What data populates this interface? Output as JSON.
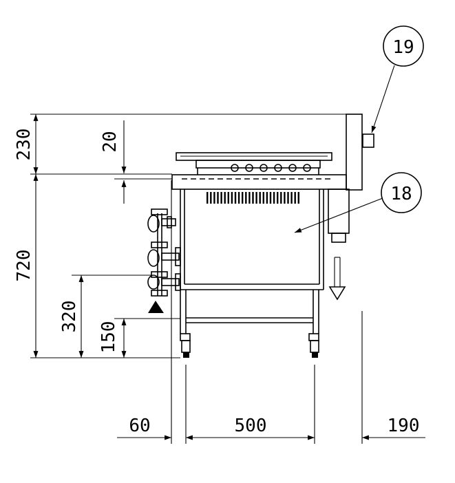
{
  "dimensions": {
    "left_vertical": {
      "top_height": "230",
      "counter_height": "720"
    },
    "inner_vertical": {
      "top_gap": "20",
      "gas_inlet_height": "320",
      "drain_height": "150"
    },
    "bottom_horizontal": {
      "left_offset": "60",
      "leg_span": "500",
      "right_offset": "190"
    }
  },
  "callouts": {
    "backsplash_part": "19",
    "body_part": "18"
  }
}
